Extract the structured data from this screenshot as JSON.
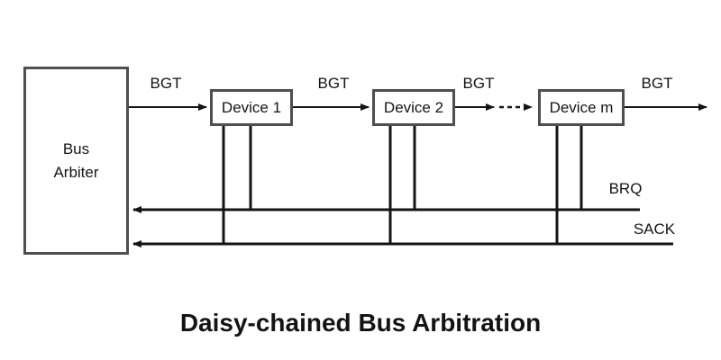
{
  "diagram": {
    "title": "Daisy-chained Bus Arbitration",
    "arbiter": {
      "label_line1": "Bus",
      "label_line2": "Arbiter"
    },
    "devices": [
      {
        "label": "Device 1"
      },
      {
        "label": "Device 2"
      },
      {
        "label": "Device m"
      }
    ],
    "bgt_labels": [
      "BGT",
      "BGT",
      "BGT",
      "BGT"
    ],
    "bus_signals": {
      "brq": "BRQ",
      "sack": "SACK"
    },
    "colors": {
      "line": "#141414",
      "box_border": "#4f4f4f",
      "text": "#141414",
      "bg": "#ffffff"
    }
  }
}
